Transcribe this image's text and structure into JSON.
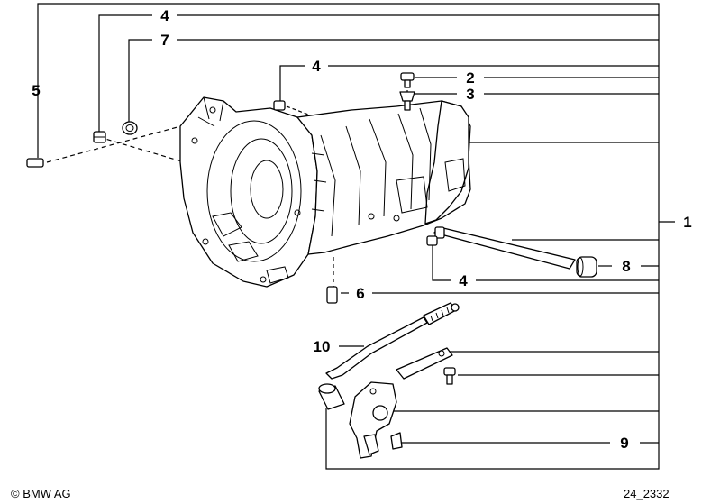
{
  "callouts": {
    "c1": "1",
    "c2": "2",
    "c3": "3",
    "c4_top": "4",
    "c4_mid": "4",
    "c4_low": "4",
    "c5": "5",
    "c6": "6",
    "c7": "7",
    "c8": "8",
    "c9": "9",
    "c10": "10"
  },
  "footer": {
    "copyright": "© BMW AG",
    "drawing_id": "24_2332"
  }
}
